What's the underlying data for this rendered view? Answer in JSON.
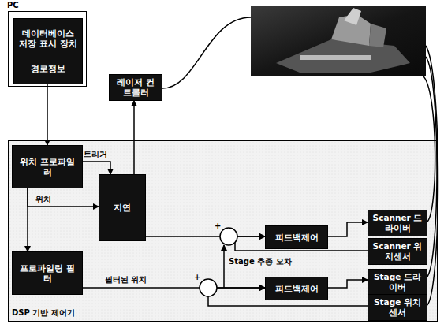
{
  "diagram": {
    "nodes": [
      {
        "text": [
          "PC"
        ]
      },
      {
        "text": [
          "데이터베이스 저장 표시 장치",
          "경로정보"
        ],
        "in": 0
      },
      {
        "text": [
          "레이저 컨트롤러"
        ]
      },
      {
        "text": [
          "DSP 기반 제어기"
        ]
      },
      {
        "text": [
          "위치 프로파일러"
        ],
        "in": 3
      },
      {
        "text": [
          "지연"
        ],
        "in": 3
      },
      {
        "text": [
          "피드백제어"
        ],
        "in": 3
      },
      {
        "text": [
          "Scanner 드라이버"
        ],
        "in": 3
      },
      {
        "text": [
          "Scanner 위치센서"
        ],
        "in": 3
      },
      {
        "text": [
          "프로파일링 필터"
        ],
        "in": 3
      },
      {
        "text": [
          "피드백제어"
        ],
        "in": 3
      },
      {
        "text": [
          "Stage 드라이버"
        ],
        "in": 3
      },
      {
        "text": [
          "Stage 위치센서"
        ],
        "in": 3
      }
    ],
    "edges": [
      {
        "from": 1,
        "to": 4,
        "arrow": "to"
      },
      {
        "from": 4,
        "to": 5,
        "label": "트리거",
        "arrow": "to"
      },
      {
        "from": 5,
        "to": 2,
        "arrow": "to"
      },
      {
        "from": 4,
        "to": 5,
        "label": "위치",
        "arrow": "to"
      },
      {
        "from": 4,
        "to": 9,
        "arrow": "to"
      },
      {
        "from": 5,
        "to": 6,
        "arrow": "to"
      },
      {
        "from": 6,
        "to": 7,
        "arrow": "to"
      },
      {
        "from": 8,
        "to": 6,
        "arrow": "to"
      },
      {
        "from": 9,
        "to": 10,
        "label": "필터된 위치",
        "arrow": "to"
      },
      {
        "from": 10,
        "to": 11,
        "arrow": "to"
      },
      {
        "from": 12,
        "to": 10,
        "arrow": "to"
      }
    ],
    "labels": [
      "+",
      "+",
      "Stage 추종 오차"
    ]
  }
}
